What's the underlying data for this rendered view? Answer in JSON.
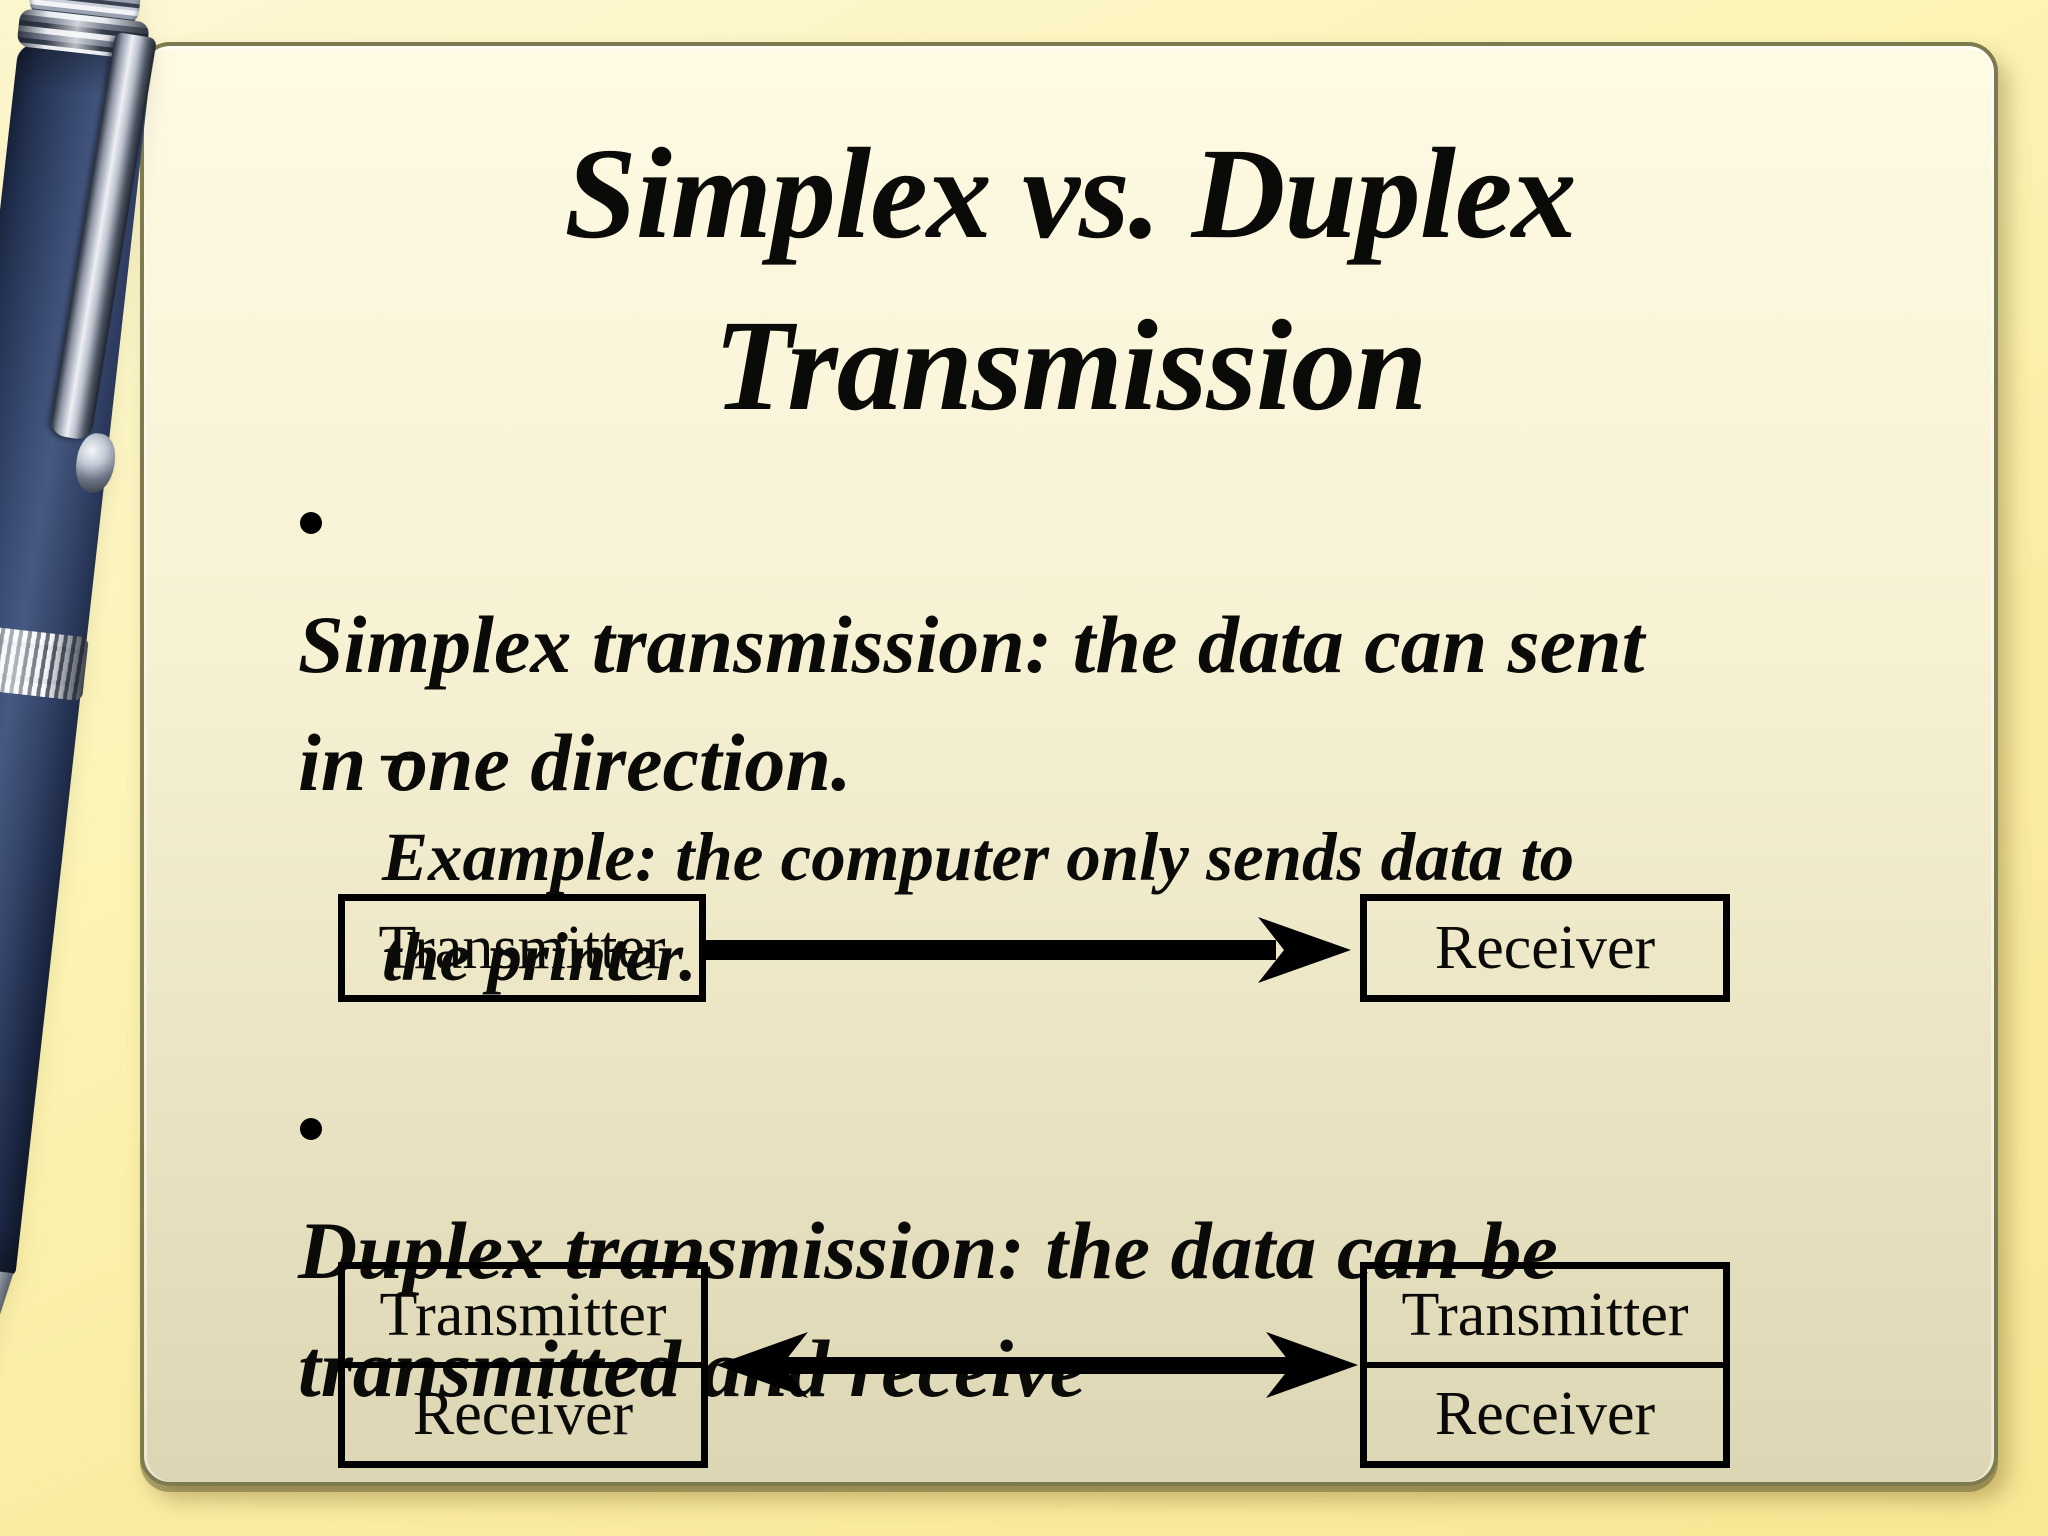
{
  "slide": {
    "title": {
      "line1": "Simplex vs. Duplex",
      "line2": "Transmission"
    },
    "bullets": {
      "simplex": {
        "marker": "•",
        "line1": "Simplex transmission: the data can sent",
        "line2": "in one direction."
      },
      "example": {
        "marker": "–",
        "line1": "Example: the computer only sends data to",
        "line2": "the printer."
      },
      "duplex": {
        "marker": "•",
        "line1": "Duplex transmission: the data can be",
        "line2": "transmitted and receive"
      }
    },
    "diagrams": {
      "simplex": {
        "left_box_label": "Transmitter",
        "right_box_label": "Receiver"
      },
      "duplex": {
        "left_box_top": "Transmitter",
        "left_box_bottom": "Receiver",
        "right_box_top": "Transmitter",
        "right_box_bottom": "Receiver"
      }
    }
  },
  "decor": {
    "pen_icon": "blue-ballpoint-pen"
  },
  "colors": {
    "outer_background": "#FAEDA2",
    "slide_background_top": "#FEFAE4",
    "slide_background_bottom": "#DCD6B4",
    "slide_border": "#7E7A50",
    "text": "#000000",
    "arrow": "#000000",
    "pen_body": "#33436A",
    "pen_chrome": "#C9CED8"
  }
}
